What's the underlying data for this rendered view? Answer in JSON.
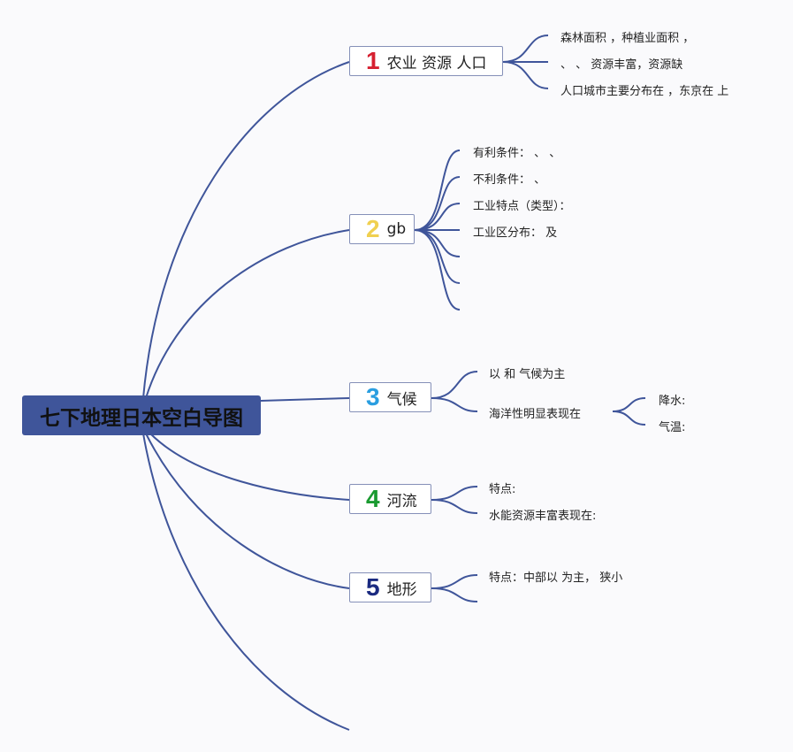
{
  "root": {
    "title": "七下地理日本空白导图",
    "color": "#3f559a"
  },
  "branches": [
    {
      "num": "1",
      "label": "农业 资源 人口",
      "color": "#d62030",
      "leaves": [
        "森林面积 ，种植业面积 ，",
        "、 、 资源丰富，资源缺",
        "人口城市主要分布在 ，东京在 上"
      ]
    },
    {
      "num": "2",
      "label": "gb",
      "color": "#f0d050",
      "leaves": [
        "有利条件： 、 、",
        "不利条件： 、",
        "工业特点（类型）：",
        "工业区分布： 及",
        "",
        "",
        ""
      ]
    },
    {
      "num": "3",
      "label": "气候",
      "color": "#2a9ee0",
      "leaves": [
        "以 和 气候为主",
        "海洋性明显表现在"
      ],
      "subleaves": [
        "降水:",
        "气温:"
      ]
    },
    {
      "num": "4",
      "label": "河流",
      "color": "#1a9a30",
      "leaves": [
        "特点:",
        "水能资源丰富表现在:"
      ]
    },
    {
      "num": "5",
      "label": "地形",
      "color": "#1a2a80",
      "leaves": [
        "特点：中部以 为主， 狭小",
        ""
      ]
    }
  ]
}
